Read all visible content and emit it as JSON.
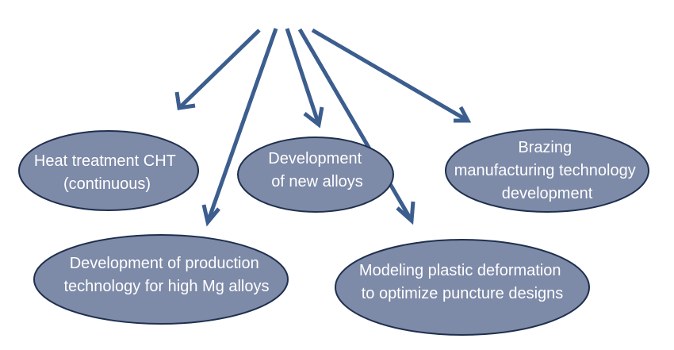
{
  "nodes": {
    "heat_treatment": {
      "lines": [
        "Heat treatment CHT",
        "(continuous)"
      ]
    },
    "new_alloys": {
      "lines": [
        "Development",
        "of new alloys"
      ]
    },
    "brazing": {
      "lines": [
        "Brazing",
        "manufacturing technology",
        "development"
      ]
    },
    "production_tech": {
      "lines": [
        "Development of production",
        "technology for high Mg alloys"
      ]
    },
    "modeling": {
      "lines": [
        "Modeling plastic deformation",
        "to optimize puncture designs"
      ]
    }
  },
  "colors": {
    "node_fill": "#7d8aa8",
    "node_stroke": "#1f2f4d",
    "arrow": "#3c5e8e",
    "node_text": "#ffffff"
  }
}
